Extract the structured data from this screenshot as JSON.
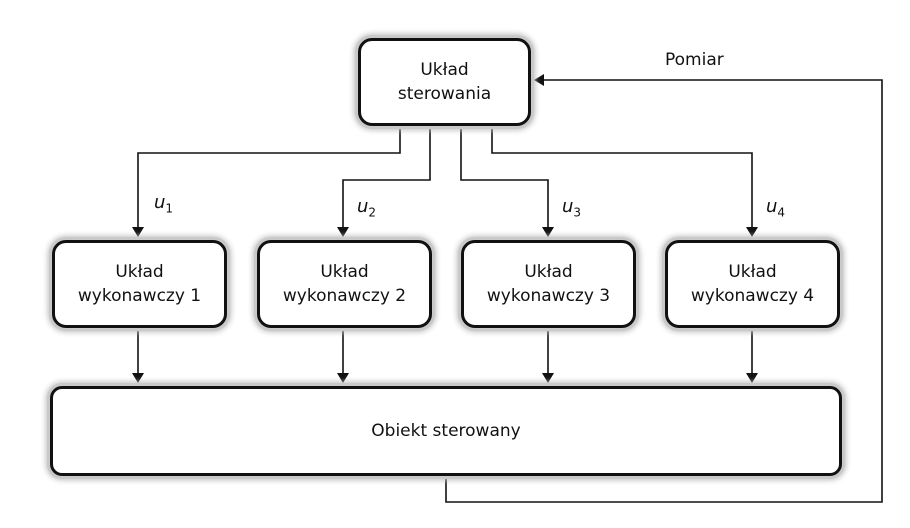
{
  "controller": {
    "label": "Układ\nsterowania"
  },
  "executors": [
    {
      "label": "Układ\nwykonawczy 1",
      "signal": "u",
      "index": "1"
    },
    {
      "label": "Układ\nwykonawczy 2",
      "signal": "u",
      "index": "2"
    },
    {
      "label": "Układ\nwykonawczy 3",
      "signal": "u",
      "index": "3"
    },
    {
      "label": "Układ\nwykonawczy 4",
      "signal": "u",
      "index": "4"
    }
  ],
  "object": {
    "label": "Obiekt sterowany"
  },
  "feedback": {
    "label": "Pomiar"
  }
}
